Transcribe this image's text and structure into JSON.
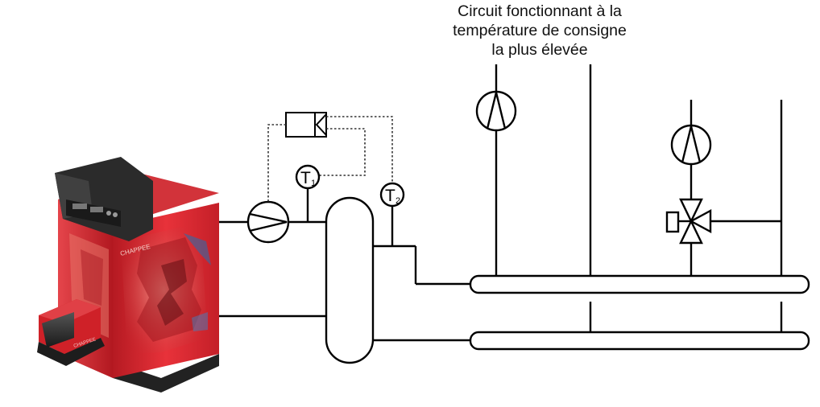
{
  "caption": {
    "line1": "Circuit fonctionnant à la",
    "line2": "température de consigne",
    "line3": "la plus élevée"
  },
  "sensors": {
    "t1": {
      "letter": "T",
      "index": "1"
    },
    "t2": {
      "letter": "T",
      "index": "2"
    }
  },
  "boiler": {
    "brand": "CHAPPEE"
  },
  "colors": {
    "line": "#000000",
    "boiler_red": "#d8262e",
    "boiler_dark": "#5a0d10",
    "burner": "#2a2a2a",
    "control_dashed": "#333333"
  }
}
